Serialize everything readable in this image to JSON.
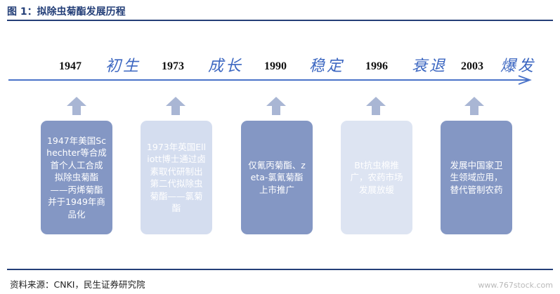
{
  "header": {
    "title": "图 1：拟除虫菊酯发展历程"
  },
  "timeline": {
    "milestones": [
      {
        "year": "1947",
        "phase": "初生",
        "description": "1947年美国Schechter等合成首个人工合成拟除虫菊酯——丙烯菊酯并于1949年商品化"
      },
      {
        "year": "1973",
        "phase": "成长",
        "description": "1973年英国Elliott博士通过卤素取代研制出第二代拟除虫菊酯——氯菊酯"
      },
      {
        "year": "1990",
        "phase": "稳定",
        "description": "仅氰丙菊酯、zeta-氯氰菊酯上市推广"
      },
      {
        "year": "1996",
        "phase": "衰退",
        "description": "Bt抗虫棉推广，农药市场发展放缓"
      },
      {
        "year": "2003",
        "phase": "爆发",
        "description": "发展中国家卫生领域应用，替代管制农药"
      }
    ]
  },
  "footer": {
    "source": "资料来源：CNKI，民生证券研究院",
    "watermark": "www.767stock.com"
  }
}
